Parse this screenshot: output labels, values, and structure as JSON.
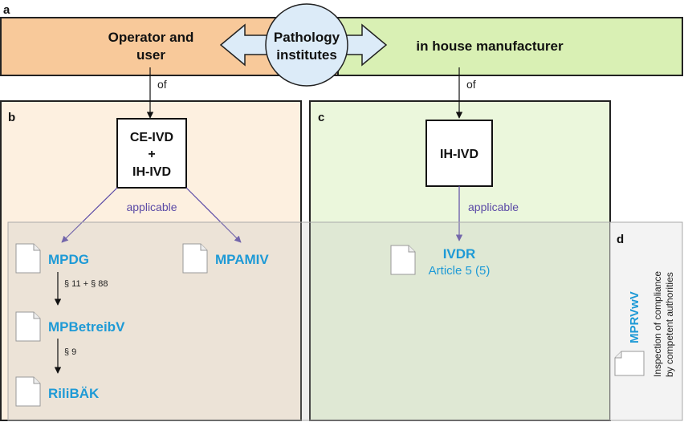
{
  "panel_letters": {
    "a": "a",
    "b": "b",
    "c": "c",
    "d": "d"
  },
  "top": {
    "operator_line1": "Operator and",
    "operator_line2": "user",
    "center_line1": "Pathology",
    "center_line2": "institutes",
    "manufacturer": "in house manufacturer",
    "of_left": "of",
    "of_right": "of"
  },
  "box_b": {
    "line1": "CE-IVD",
    "line2": "+",
    "line3": "IH-IVD"
  },
  "box_c": {
    "label": "IH-IVD"
  },
  "applicable_left": "applicable",
  "applicable_right": "applicable",
  "docs": {
    "mpdg": "MPDG",
    "mpamiv": "MPAMIV",
    "mpbetreibv": "MPBetreibV",
    "rilibaek": "RiliBÄK",
    "ivdr": "IVDR",
    "ivdr_sub": "Article 5 (5)",
    "mprvwv": "MPRVwV"
  },
  "paragraphs": {
    "p1": "§ 11 + § 88",
    "p2": "§ 9"
  },
  "inspection": {
    "line1": "Inspection of compliance",
    "line2": "by competent authorities"
  },
  "colors": {
    "orange_top": "#f8c99a",
    "green_top": "#d9f0b4",
    "panel_b_bg": "#fdf0e0",
    "panel_c_bg": "#ebf7dc",
    "overlay": "#c8c8c8",
    "arrow_purple": "#5b4aa6",
    "doc_blue": "#1e9ad6",
    "circle_fill": "#dcebf8"
  }
}
